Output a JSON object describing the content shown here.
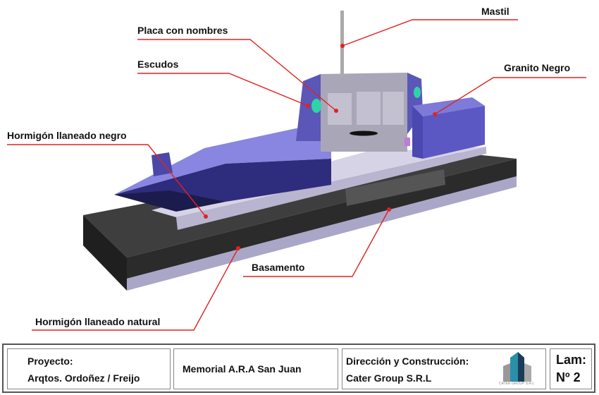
{
  "labels": {
    "mastil": "Mastil",
    "placa": "Placa con nombres",
    "escudos": "Escudos",
    "granito": "Granito Negro",
    "hormigon_negro": "Hormigón llaneado negro",
    "basamento": "Basamento",
    "hormigon_natural": "Hormigón llaneado natural"
  },
  "title_block": {
    "project_label": "Proyecto:",
    "project_authors": "Arqtos. Ordoñez / Freijo",
    "memorial": "Memorial A.R.A San Juan",
    "direction_label": "Dirección y Construcción:",
    "company": "Cater Group S.R.L",
    "logo_text": "CATER GROUP S.R.L",
    "sheet_label": "Lam:",
    "sheet_number": "Nº 2"
  },
  "colors": {
    "leader": "#e0231f",
    "hull": "#6e6bd0",
    "hull_dark": "#2c2a7a",
    "slab": "#3d3d3d",
    "platform": "#c9c6dc",
    "shield": "#2fd3a8"
  }
}
